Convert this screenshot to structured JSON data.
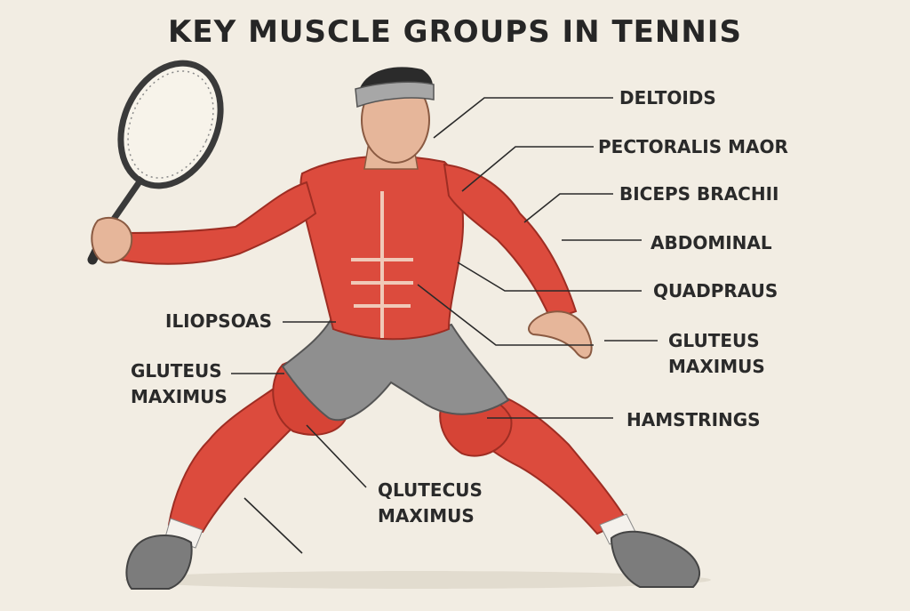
{
  "title": "KEY MUSCLE GROUPS IN TENNIS",
  "colors": {
    "background": "#f2ede3",
    "muscle": "#dc4b3d",
    "muscle_dark": "#b83327",
    "skin": "#e6b69a",
    "shorts": "#8f8f8f",
    "shoes": "#7c7c7c",
    "ink": "#2a2a2a"
  },
  "labels": {
    "deltoids": "DELTOIDS",
    "pectoralis": "PECTORALIS MAOR",
    "biceps": "BICEPS BRACHII",
    "abdominal": "ABDOMINAL",
    "quadpraus": "QUADPRAUS",
    "gluteus_right": [
      "GLUTEUS",
      "MAXIMUS"
    ],
    "hamstrings": "HAMSTRINGS",
    "iliopsoas": "ILIOPSOAS",
    "gluteus_left": [
      "GLUTEUS",
      "MAXIMUS"
    ],
    "qlutecus": [
      "QLUTECUS",
      "MAXIMUS"
    ]
  },
  "icons": [
    "tennis-racket-icon",
    "headband-icon"
  ]
}
